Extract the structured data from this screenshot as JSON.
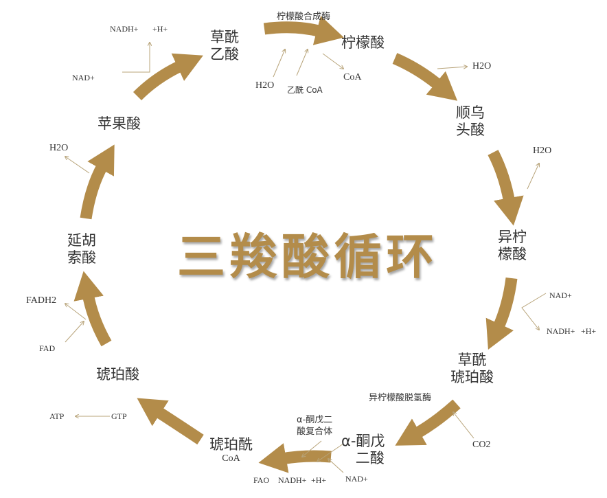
{
  "title": "三羧酸循环",
  "colors": {
    "arrow": "#b38c4a",
    "thin": "#b8a47a",
    "text": "#333333"
  },
  "compounds": {
    "oxaloacetate": [
      "草酰",
      "乙酸"
    ],
    "citrate": "柠檬酸",
    "cis_aconitate": [
      "顺乌",
      "头酸"
    ],
    "isocitrate": [
      "异柠",
      "檬酸"
    ],
    "oxalosuccinate": [
      "草酰",
      "琥珀酸"
    ],
    "akg": [
      "α-酮戊",
      "二酸"
    ],
    "succinyl_coa": "琥珀酰",
    "succinyl_coa_sub": "CoA",
    "succinate": "琥珀酸",
    "fumarate": [
      "延胡",
      "索酸"
    ],
    "malate": "苹果酸"
  },
  "enzymes": {
    "citrate_synthase": "柠檬酸合成酶",
    "idh": "异柠檬酸脱氢酶",
    "akg_complex": [
      "α-酮戊二",
      "酸复合体"
    ]
  },
  "cofactors": {
    "h2o_1": "H2O",
    "acetyl_coa": "乙酰 CoA",
    "coa": "CoA",
    "h2o_2": "H2O",
    "h2o_3": "H2O",
    "nad_1": "NAD+",
    "nadh_1": "NADH+",
    "h_1": "+H+",
    "co2": "CO2",
    "nad_2": "NAD+",
    "nadh_2": "NADH+",
    "h_2": "+H+",
    "fao": "FAO",
    "gtp": "GTP",
    "atp": "ATP",
    "fadh2": "FADH2",
    "fad": "FAD",
    "h2o_4": "H2O",
    "nad_3": "NAD+",
    "nadh_3": "NADH+",
    "h_3": "+H+"
  }
}
